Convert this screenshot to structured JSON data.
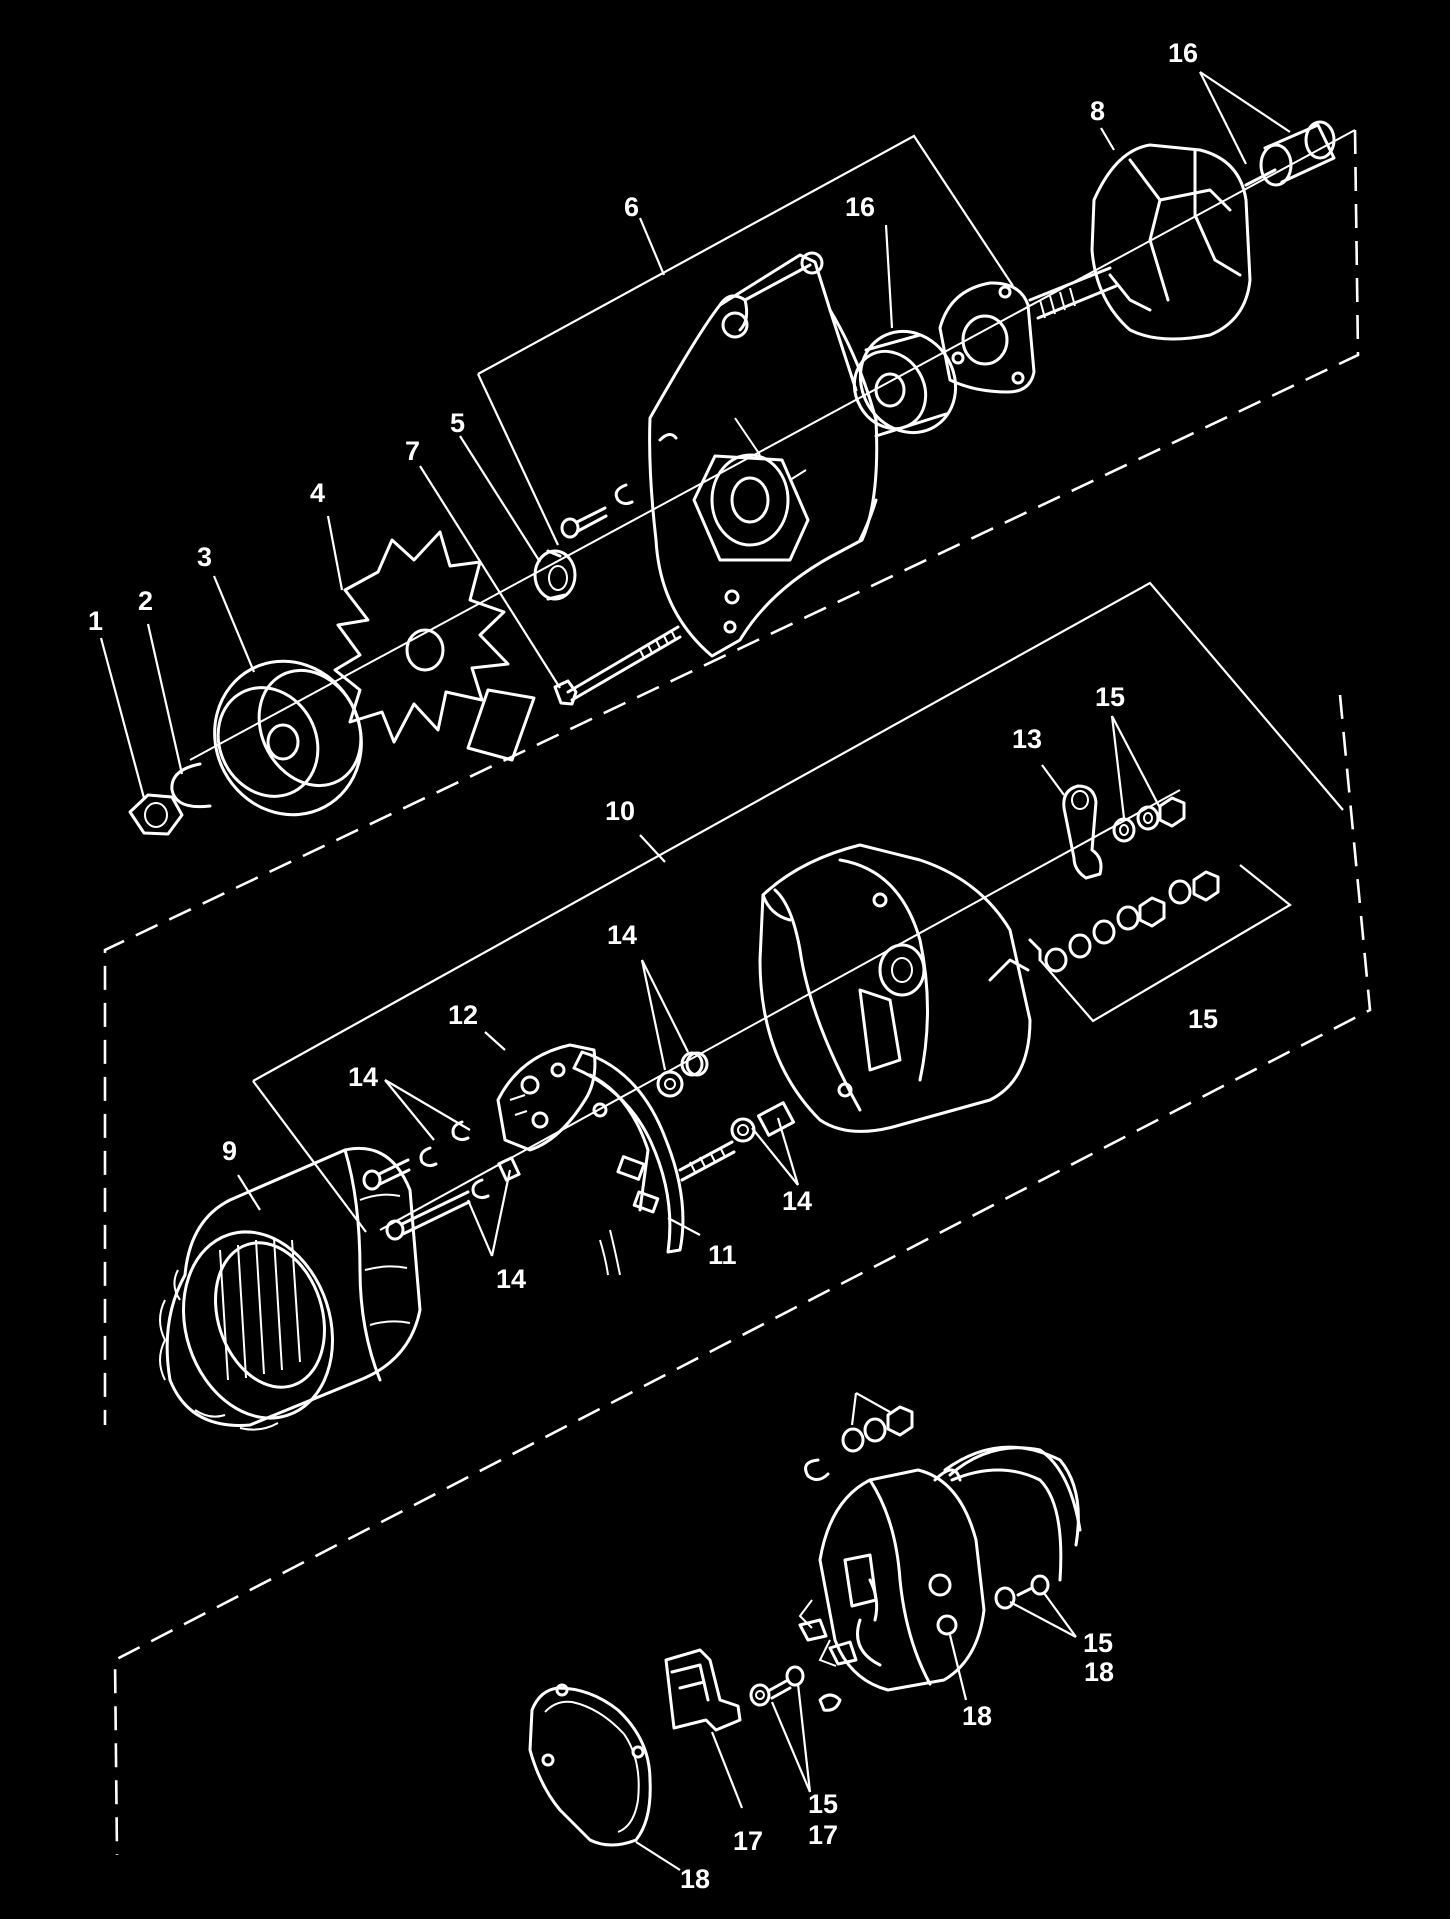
{
  "callouts": {
    "c1": "1",
    "c2": "2",
    "c3": "3",
    "c4": "4",
    "c5": "5",
    "c6": "6",
    "c7": "7",
    "c8": "8",
    "c9": "9",
    "c10": "10",
    "c11": "11",
    "c12": "12",
    "c13": "13",
    "c14a": "14",
    "c14b": "14",
    "c14c": "14",
    "c14d": "14",
    "c15a": "15",
    "c15b": "15",
    "c15c": "15",
    "c15d": "15",
    "c16a": "16",
    "c16b": "16",
    "c17a": "17",
    "c17b": "17",
    "c18a": "18",
    "c18b": "18",
    "c18c": "18"
  },
  "colors": {
    "background": "#000000",
    "line": "#ffffff"
  }
}
